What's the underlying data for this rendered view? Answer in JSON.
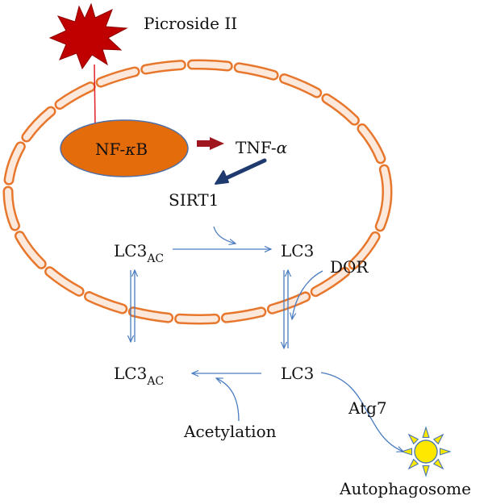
{
  "labels": {
    "picroside": "Picroside II",
    "nfkb_prefix": "NF-",
    "nfkb_kappa": "κ",
    "nfkb_suffix": "B",
    "tnf_prefix": "TNF-",
    "tnf_alpha": "α",
    "sirt1": "SIRT1",
    "lc3_ac_top_base": "LC3",
    "lc3_ac_top_sub": "AC",
    "lc3_top": "LC3",
    "dor": "DOR",
    "lc3_ac_bottom_base": "LC3",
    "lc3_ac_bottom_sub": "AC",
    "lc3_bottom": "LC3",
    "atg7": "Atg7",
    "acetylation": "Acetylation",
    "autophagosome": "Autophagosome"
  },
  "colors": {
    "membrane_stroke": "#E8772E",
    "membrane_fill": "#FCE9DC",
    "nucleus_fill": "#E46C0A",
    "nucleus_stroke": "#4F6FA8",
    "picroside_fill": "#C00000",
    "inhibit_line": "#E0202A",
    "red_arrow": "#A0161F",
    "navy_arrow": "#1F3A6E",
    "thin_arrow": "#4A7CC0",
    "sun_fill": "#FFE800",
    "sun_stroke": "#3A6EB5"
  }
}
